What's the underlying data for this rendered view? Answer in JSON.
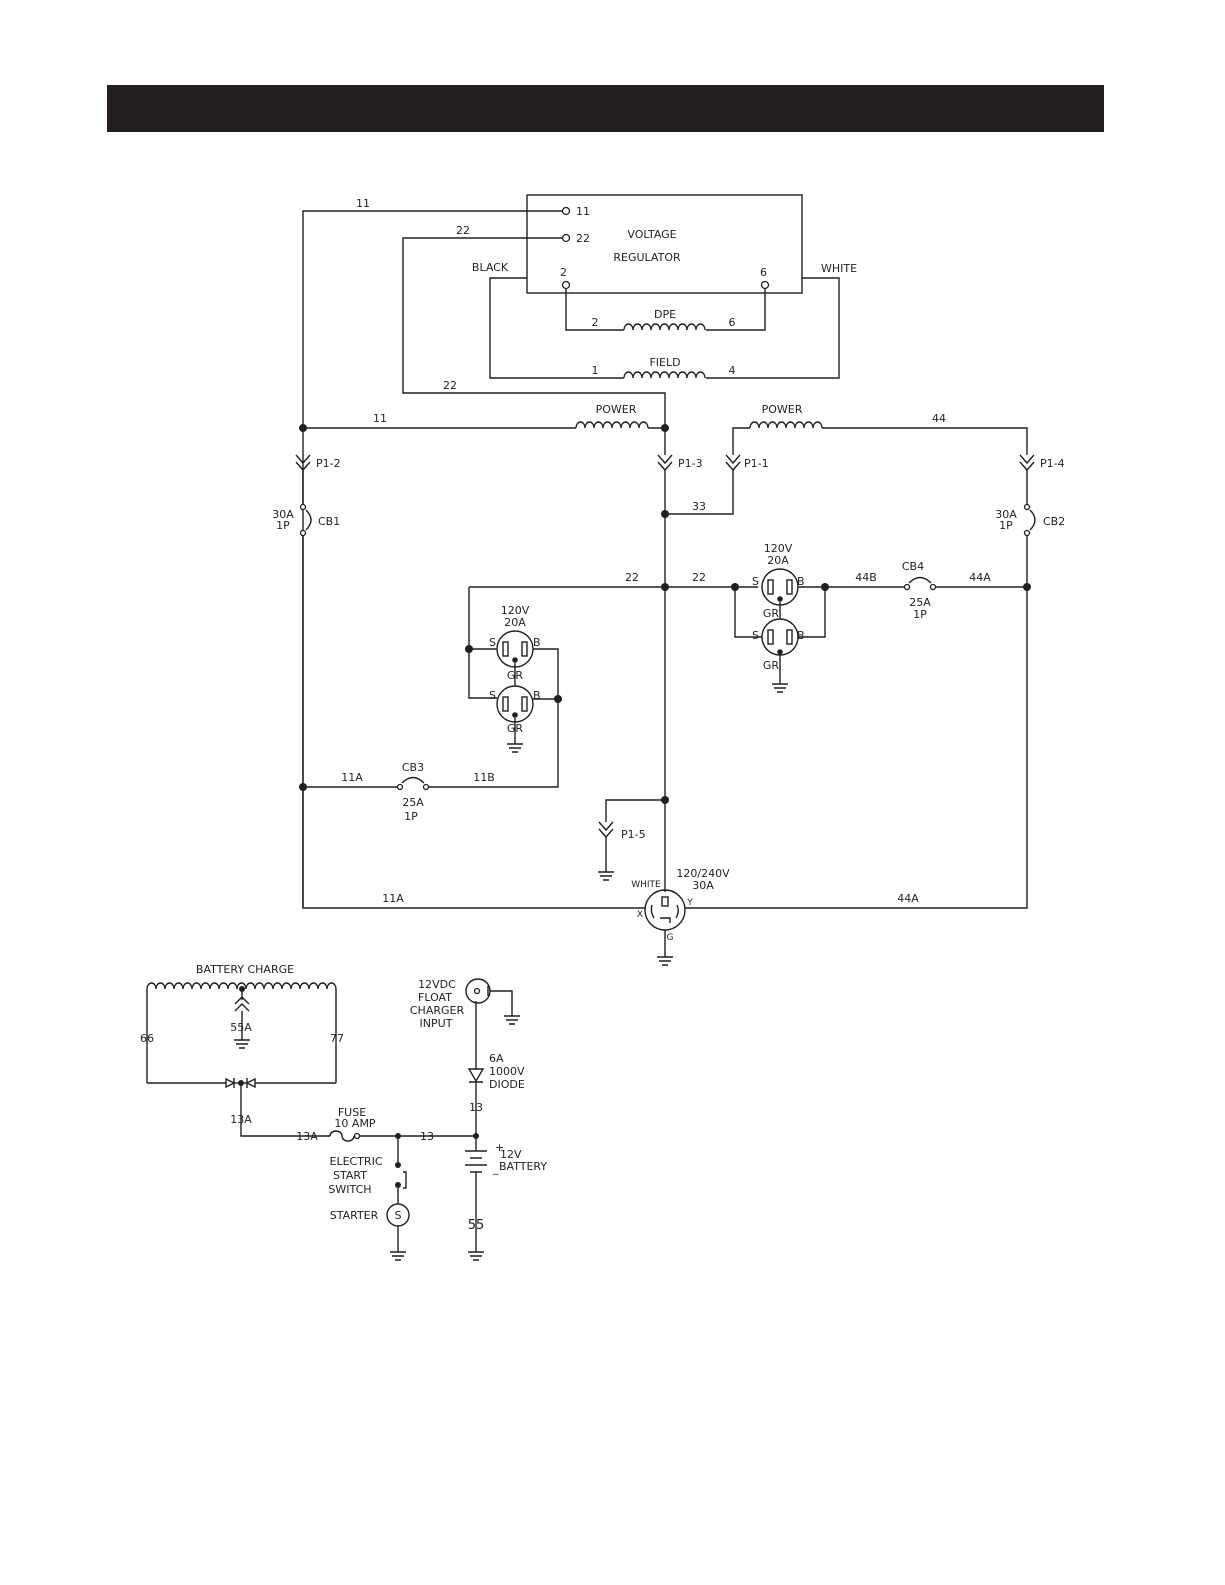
{
  "regulator": {
    "title_line1": "VOLTAGE",
    "title_line2": "REGULATOR",
    "term_11": "11",
    "term_22": "22",
    "term_2": "2",
    "term_6": "6"
  },
  "wires": {
    "w11_top": "11",
    "w22_top": "22",
    "black": "BLACK",
    "white": "WHITE",
    "dpe_2": "2",
    "dpe_6": "6",
    "field_1": "1",
    "field_4": "4",
    "w22_mid": "22",
    "w11_mid": "11",
    "w44": "44",
    "w33": "33",
    "w22_left": "22",
    "w22_right": "22",
    "w44b": "44B",
    "w44a_right": "44A",
    "w11a_cb3": "11A",
    "w11b": "11B",
    "w11a_bottom": "11A",
    "w44a_bottom": "44A"
  },
  "coils": {
    "dpe": "DPE",
    "field": "FIELD",
    "power_left": "POWER",
    "power_right": "POWER",
    "battery_charge": "BATTERY CHARGE"
  },
  "connectors": {
    "p1_2": "P1-2",
    "p1_3": "P1-3",
    "p1_1": "P1-1",
    "p1_4": "P1-4",
    "p1_5": "P1-5"
  },
  "breakers": {
    "cb1": {
      "name": "CB1",
      "rating": "30A",
      "poles": "1P"
    },
    "cb2": {
      "name": "CB2",
      "rating": "30A",
      "poles": "1P"
    },
    "cb3": {
      "name": "CB3",
      "rating": "25A",
      "poles": "1P"
    },
    "cb4": {
      "name": "CB4",
      "rating": "25A",
      "poles": "1P"
    }
  },
  "receptacles": {
    "left": {
      "volts": "120V",
      "amps": "20A",
      "s": "S",
      "b": "B",
      "gr": "GR"
    },
    "right": {
      "volts": "120V",
      "amps": "20A",
      "s": "S",
      "b": "B",
      "gr": "GR"
    },
    "twistlock": {
      "volts": "120/240V",
      "amps": "30A",
      "white": "WHITE",
      "x": "X",
      "y": "Y",
      "g": "G"
    }
  },
  "battery_circuit": {
    "w66": "66",
    "w77": "77",
    "w55a": "55A",
    "w13a_left": "13A",
    "w13a_fuse": "13A",
    "fuse_line1": "FUSE",
    "fuse_line2": "10 AMP",
    "w13_bottom": "13",
    "w13_diode": "13",
    "charger": [
      "12VDC",
      "FLOAT",
      "CHARGER",
      "INPUT"
    ],
    "diode": [
      "6A",
      "1000V",
      "DIODE"
    ],
    "switch": [
      "ELECTRIC",
      "START",
      "SWITCH"
    ],
    "starter": "STARTER",
    "starter_symbol": "S",
    "battery_plus": "+",
    "battery_minus": "_",
    "battery_12v": "12V",
    "battery_label": "BATTERY",
    "w55": "55"
  }
}
